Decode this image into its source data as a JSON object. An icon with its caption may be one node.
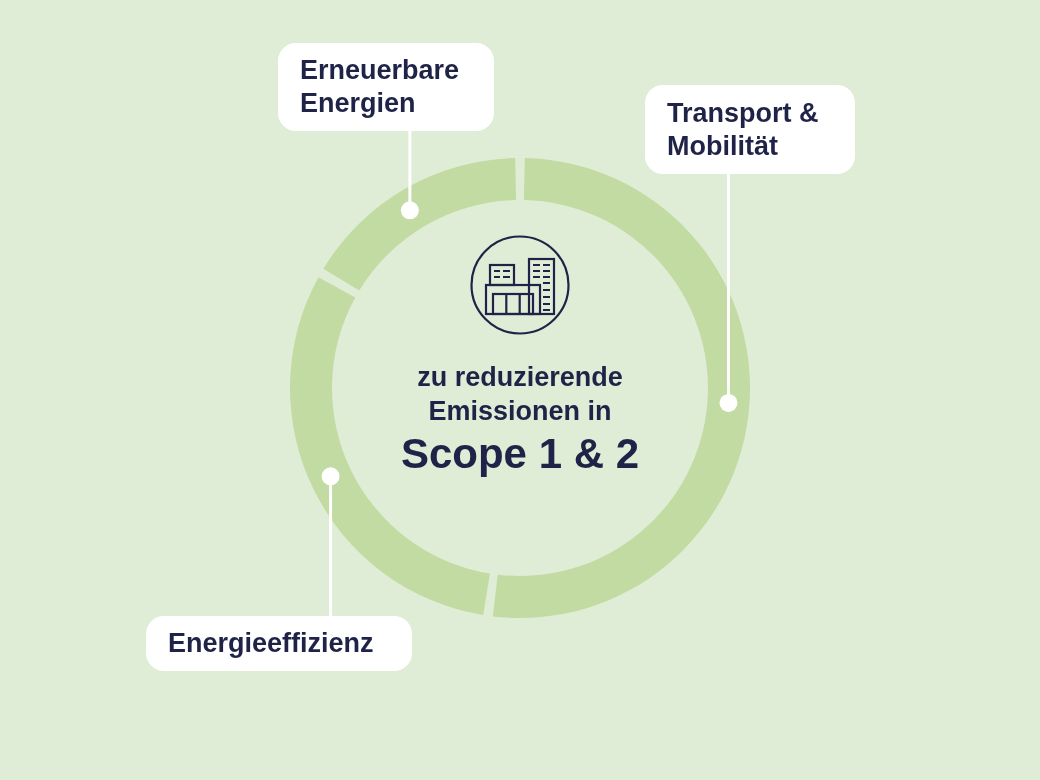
{
  "diagram": {
    "nodes": [
      {
        "text": [
          "Erneuerbare Energien"
        ]
      },
      {
        "text": [
          "Transport & Mobilität"
        ]
      },
      {
        "text": [],
        "shape": "arc"
      },
      {
        "text": [],
        "shape": "arc"
      },
      {
        "text": [],
        "shape": "arc"
      },
      {
        "text": [
          "Energieeffizienz"
        ]
      }
    ],
    "edges": [
      {
        "from": 0,
        "to": 2,
        "arrow": "other"
      },
      {
        "from": 1,
        "to": 3,
        "arrow": "other"
      },
      {
        "from": 5,
        "to": 4,
        "arrow": "other"
      }
    ],
    "labels": [
      "zu reduzierende Emissionen in",
      "Scope 1 & 2"
    ]
  }
}
